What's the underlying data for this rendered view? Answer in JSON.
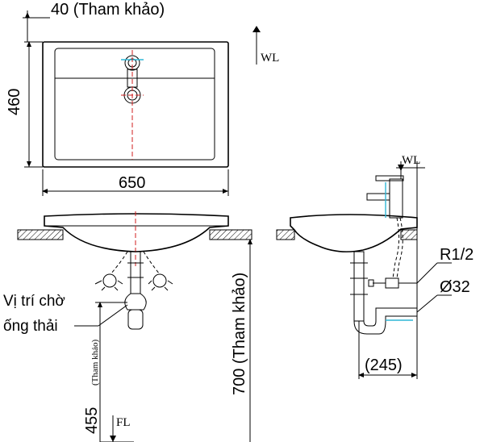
{
  "top_view": {
    "depth_label": "460",
    "width_label": "650",
    "tap_offset_label": "40 (Tham khảo)",
    "water_level": "WL"
  },
  "front_view": {
    "drain_note_line1": "Vị trí chờ",
    "drain_note_line2": "ống thải",
    "height_700_label": "700 (Tham khảo)",
    "height_455_value": "455",
    "height_455_note": "(Tham khảo)",
    "floor_level": "FL"
  },
  "side_view": {
    "water_level": "WL",
    "supply_label": "R1/2",
    "drain_diameter_label": "Ø32",
    "wall_offset_label": "(245)"
  },
  "colors": {
    "line": "#000000",
    "centerline": "#d21e1e",
    "water_line": "#2fb7d6"
  }
}
